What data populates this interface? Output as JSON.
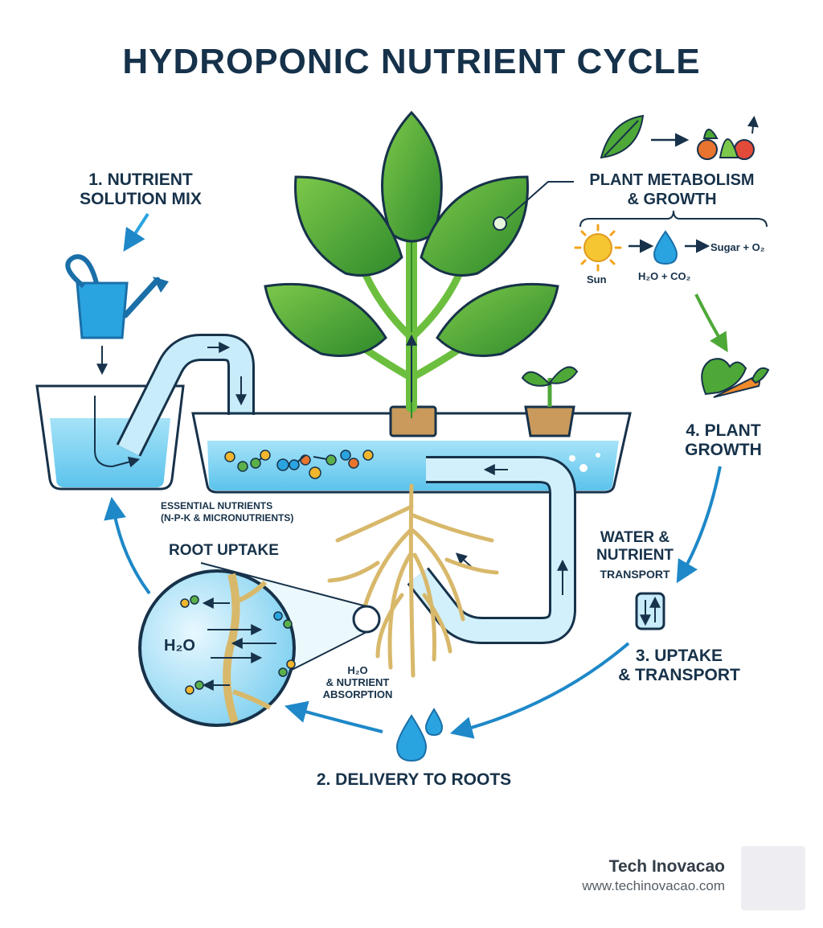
{
  "title": "HYDROPONIC NUTRIENT CYCLE",
  "steps": {
    "s1": "1. NUTRIENT\nSOLUTION MIX",
    "s2": "2. DELIVERY TO ROOTS",
    "s3": "3. UPTAKE\n& TRANSPORT",
    "s4": "4. PLANT\nGROWTH"
  },
  "labels": {
    "metabolism": "PLANT METABOLISM\n& GROWTH",
    "essential": "ESSENTIAL NUTRIENTS\n(N-P-K & MICRONUTRIENTS)",
    "root_uptake": "ROOT UPTAKE",
    "transport_big": "WATER &\nNUTRIENT",
    "transport_small": "TRANSPORT",
    "absorption": "H₂O\n& NUTRIENT\nABSORPTION",
    "magnifier_h2o": "H₂O"
  },
  "photosynthesis": {
    "sun": "Sun",
    "inputs": "H₂O + CO₂",
    "outputs": "Sugar + O₂"
  },
  "brand": {
    "name": "Tech Inovacao",
    "url": "www.techinovacao.com"
  },
  "icons": [
    "watering-can-icon",
    "leaf-icon",
    "vegetables-icon",
    "sun-icon",
    "water-drop-icon",
    "carrot-icon",
    "tube-icon"
  ],
  "colors": {
    "water": "#8fd8f5",
    "water_dark": "#1e88c8",
    "leaf": "#4ea838",
    "root": "#d8b86a",
    "text": "#17324a",
    "arrow": "#1e88c8"
  }
}
